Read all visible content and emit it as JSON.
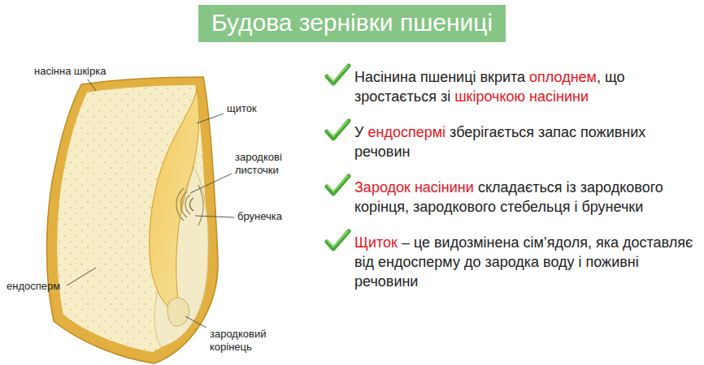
{
  "diagram": {
    "title": "Будова зернівки пшениці",
    "labels": [
      "насінна шкірка",
      "щиток",
      "зародкові листочки",
      "брунечка",
      "ендосперм",
      "зародковий корінець",
      "Насінина пшениці вкрита",
      "оплоднем",
      ", що зростається зі",
      "шкірочкою насінини",
      "У",
      "ендоспермі",
      "зберігається запас поживних речовин",
      "Зародок насінини",
      "складається із зародкового корінця, зародкового стебельця і брунечки",
      "Щиток",
      "– це видозмінена сім’ядоля, яка доставляє від ендосперму до зародка воду і поживні речовини"
    ]
  }
}
